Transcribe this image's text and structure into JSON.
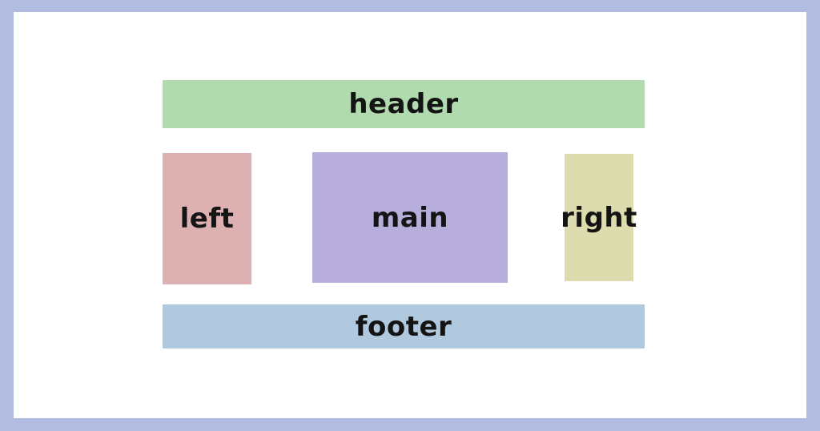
{
  "diagram": {
    "type": "css-layout-diagram",
    "border_color": "#b2bbe0",
    "canvas_background": "#ffffff",
    "text_color": "#141414",
    "regions": {
      "header": {
        "label": "header",
        "color": "#b1dbae"
      },
      "left": {
        "label": "left",
        "color": "#ddb1b1"
      },
      "main": {
        "label": "main",
        "color": "#b7aedc"
      },
      "right": {
        "label": "right",
        "color": "#dcdcae"
      },
      "footer": {
        "label": "footer",
        "color": "#b1c9de"
      }
    }
  }
}
